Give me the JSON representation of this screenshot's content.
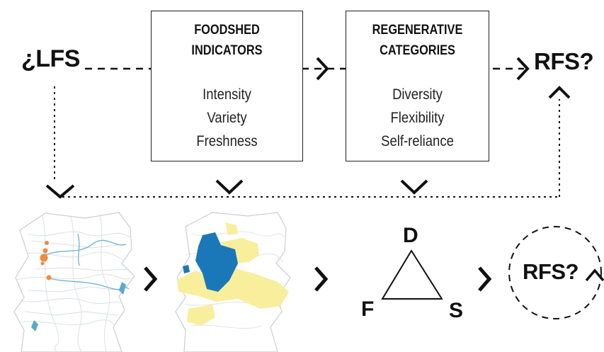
{
  "start_label": "¿LFS",
  "end_label": "RFS?",
  "box_indicators": {
    "title_line1": "FOODSHED",
    "title_line2": "INDICATORS",
    "items": [
      "Intensity",
      "Variety",
      "Freshness"
    ]
  },
  "box_categories": {
    "title_line1": "REGENERATIVE",
    "title_line2": "CATEGORIES",
    "items": [
      "Diversity",
      "Flexibility",
      "Self-reliance"
    ]
  },
  "triangle": {
    "top": "D",
    "left": "F",
    "right": "S"
  },
  "result_label": "RFS?",
  "colors": {
    "stroke": "#111111",
    "map_outline": "#d0d4da",
    "river": "#5aa9c9",
    "orange_points": "#f08a3c",
    "foodshed_yellow": "#f8ee9c",
    "foodshed_blue": "#1b78b8"
  }
}
